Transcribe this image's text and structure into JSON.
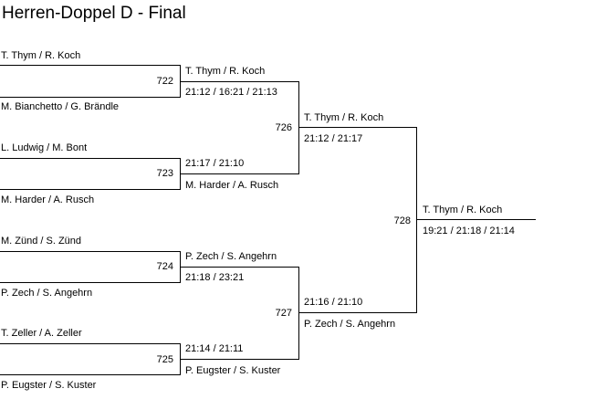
{
  "title": "Herren-Doppel D - Final",
  "round1": [
    {
      "top": "T. Thym / R. Koch",
      "bottom": "M. Bianchetto / G. Brändle",
      "match": "722"
    },
    {
      "top": "L. Ludwig / M. Bont",
      "bottom": "M. Harder / A. Rusch",
      "match": "723"
    },
    {
      "top": "M. Zünd / S. Zünd",
      "bottom": "P. Zech / S. Angehrn",
      "match": "724"
    },
    {
      "top": "T. Zeller / A. Zeller",
      "bottom": "P. Eugster / S. Kuster",
      "match": "725"
    }
  ],
  "round2": [
    {
      "winner": "T. Thym / R. Koch",
      "score": "21:12 / 16:21 / 21:13"
    },
    {
      "score": "21:17 / 21:10",
      "winner": "M. Harder / A. Rusch"
    },
    {
      "winner": "P. Zech / S. Angehrn",
      "score": "21:18 / 23:21"
    },
    {
      "score": "21:14 / 21:11",
      "winner": "P. Eugster / S. Kuster"
    }
  ],
  "round3": [
    {
      "winner": "T. Thym / R. Koch",
      "score": "21:12 / 21:17",
      "match": "726"
    },
    {
      "score": "21:16 / 21:10",
      "winner": "P. Zech / S. Angehrn",
      "match": "727"
    }
  ],
  "final": {
    "match": "728",
    "winner": "T. Thym / R. Koch",
    "score": "19:21 / 21:18 / 21:14"
  }
}
